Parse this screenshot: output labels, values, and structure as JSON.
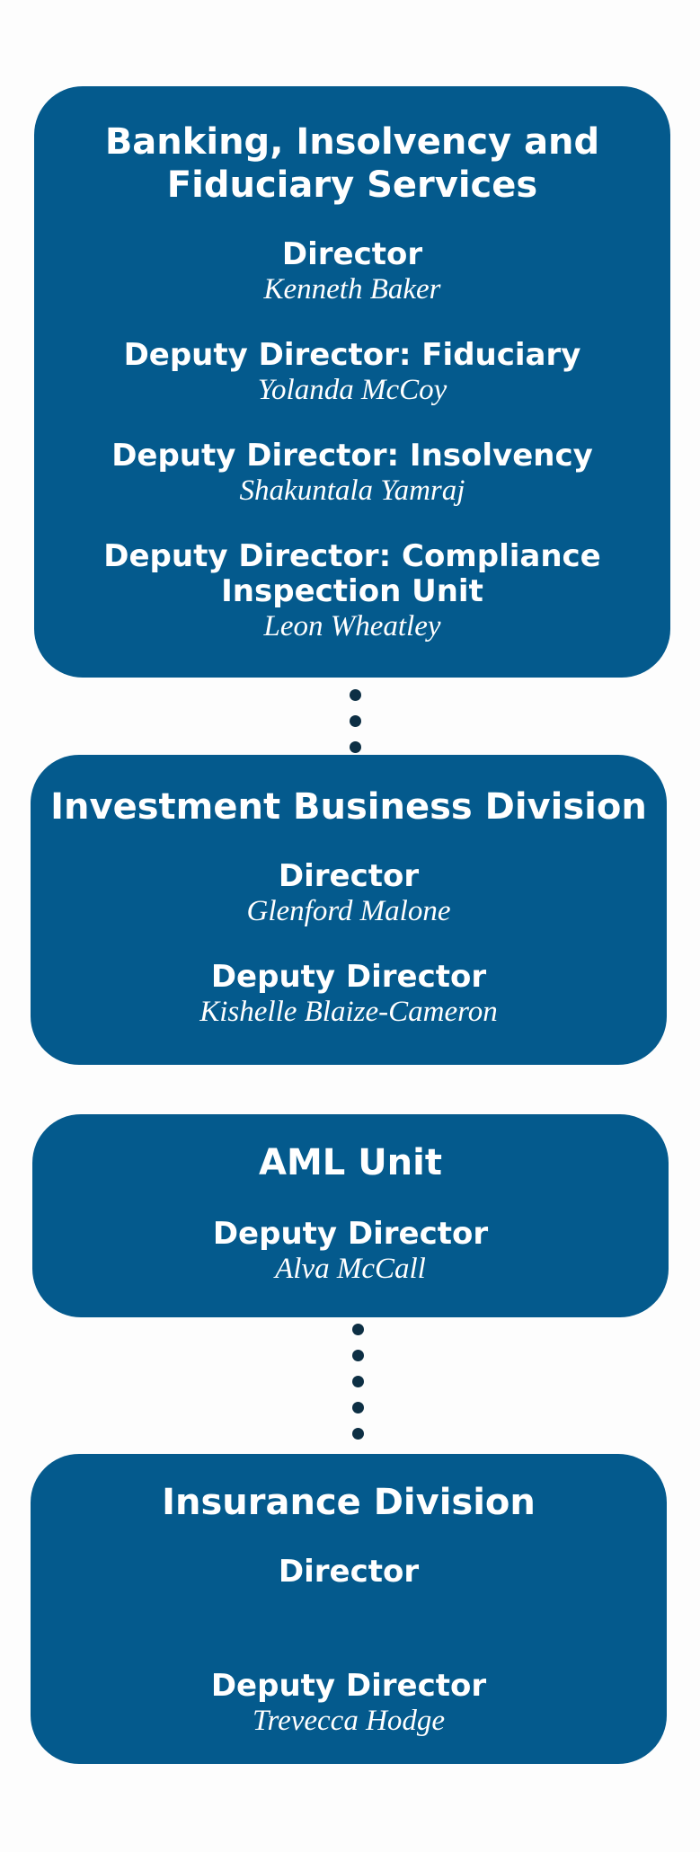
{
  "org_chart": {
    "banking": {
      "title": "Banking, Insolvency and Fiduciary Services",
      "entries": [
        {
          "role": "Director",
          "name": "Kenneth Baker"
        },
        {
          "role": "Deputy Director: Fiduciary",
          "name": "Yolanda McCoy"
        },
        {
          "role": "Deputy Director: Insolvency",
          "name": "Shakuntala Yamraj"
        },
        {
          "role": "Deputy Director: Compliance Inspection Unit",
          "name": "Leon Wheatley"
        }
      ]
    },
    "investment": {
      "title": "Investment Business Division",
      "entries": [
        {
          "role": "Director",
          "name": "Glenford Malone"
        },
        {
          "role": "Deputy Director",
          "name": "Kishelle Blaize-Cameron"
        }
      ]
    },
    "aml": {
      "title": "AML Unit",
      "entries": [
        {
          "role": "Deputy Director",
          "name": "Alva McCall"
        }
      ]
    },
    "insurance": {
      "title": "Insurance Division",
      "entries": [
        {
          "role": "Director",
          "name": ""
        },
        {
          "role": "Deputy Director",
          "name": "Trevecca Hodge"
        }
      ]
    }
  },
  "colors": {
    "box_fill": "#045a8d",
    "text": "#ffffff",
    "connector_dots": "#0d2f44",
    "background": "#fdfdfd"
  }
}
